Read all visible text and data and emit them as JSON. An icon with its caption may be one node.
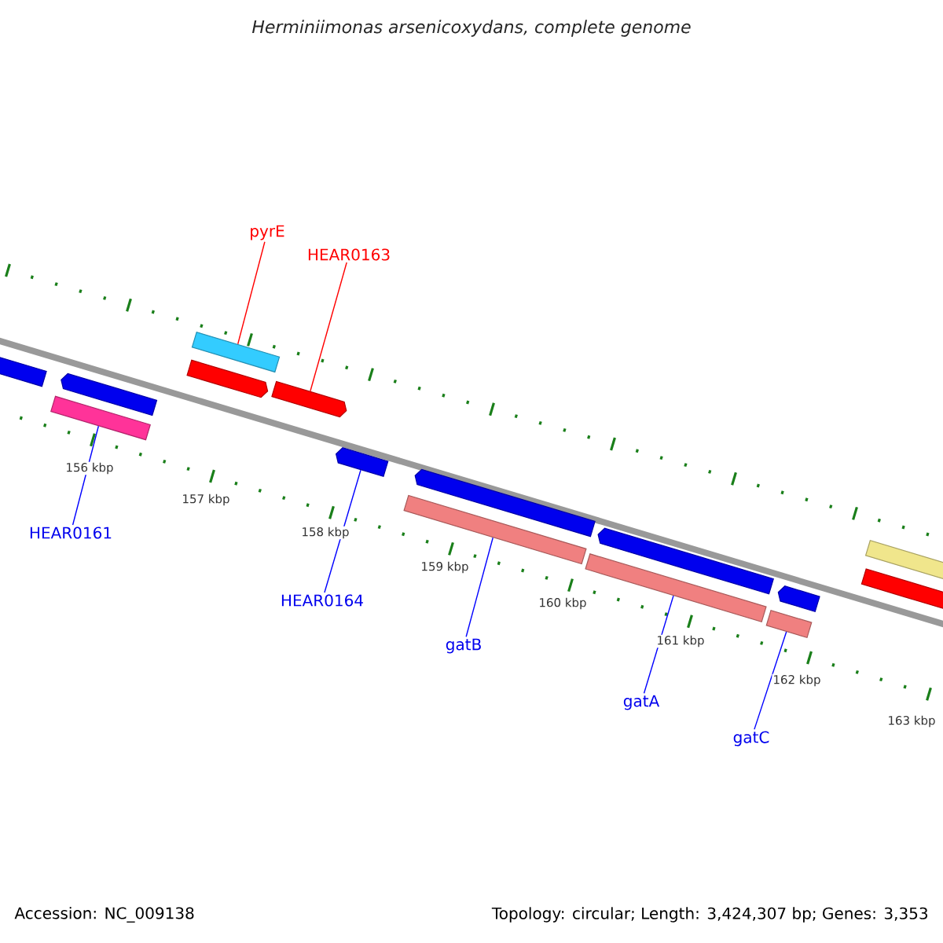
{
  "diagram": {
    "title": "Herminiimonas arsenicoxydans, complete genome",
    "nodes": [
      {
        "text": [
          "pyrE"
        ]
      },
      {
        "text": [
          "HEAR0163"
        ]
      },
      {
        "text": [
          "HEAR0161"
        ]
      },
      {
        "text": [
          "HEAR0164"
        ]
      },
      {
        "text": [
          "gatB"
        ]
      },
      {
        "text": [
          "gatA"
        ]
      },
      {
        "text": [
          "gatC"
        ]
      },
      {
        "text": [],
        "shape": "bar"
      },
      {
        "text": [],
        "shape": "bar"
      },
      {
        "text": [],
        "shape": "arrow"
      },
      {
        "text": [],
        "shape": "arrow"
      },
      {
        "text": [],
        "shape": "bar"
      },
      {
        "text": [],
        "shape": "arrow"
      },
      {
        "text": [],
        "shape": "arrow"
      },
      {
        "text": [],
        "shape": "bar"
      },
      {
        "text": [],
        "shape": "arrow"
      },
      {
        "text": [],
        "shape": "bar"
      },
      {
        "text": [],
        "shape": "arrow"
      },
      {
        "text": [],
        "shape": "bar"
      },
      {
        "text": [],
        "shape": "arrow"
      },
      {
        "text": [],
        "shape": "arrow"
      },
      {
        "text": [],
        "shape": "bar"
      }
    ],
    "edges": [
      {
        "from": 0,
        "to": 11,
        "arrow": "none",
        "color": "#ff0000"
      },
      {
        "from": 1,
        "to": 12,
        "arrow": "none",
        "color": "#ff0000"
      },
      {
        "from": 2,
        "to": 8,
        "arrow": "none"
      },
      {
        "from": 3,
        "to": 13,
        "arrow": "none"
      },
      {
        "from": 4,
        "to": 14,
        "arrow": "none"
      },
      {
        "from": 5,
        "to": 16,
        "arrow": "none"
      },
      {
        "from": 6,
        "to": 18,
        "arrow": "none"
      }
    ],
    "labels": [
      "156 kbp",
      "157 kbp",
      "158 kbp",
      "159 kbp",
      "160 kbp",
      "161 kbp",
      "162 kbp",
      "163 kbp",
      "Accession: NC_009138",
      "Topology: circular; Length: 3,424,307 bp; Genes: 3,353"
    ]
  }
}
